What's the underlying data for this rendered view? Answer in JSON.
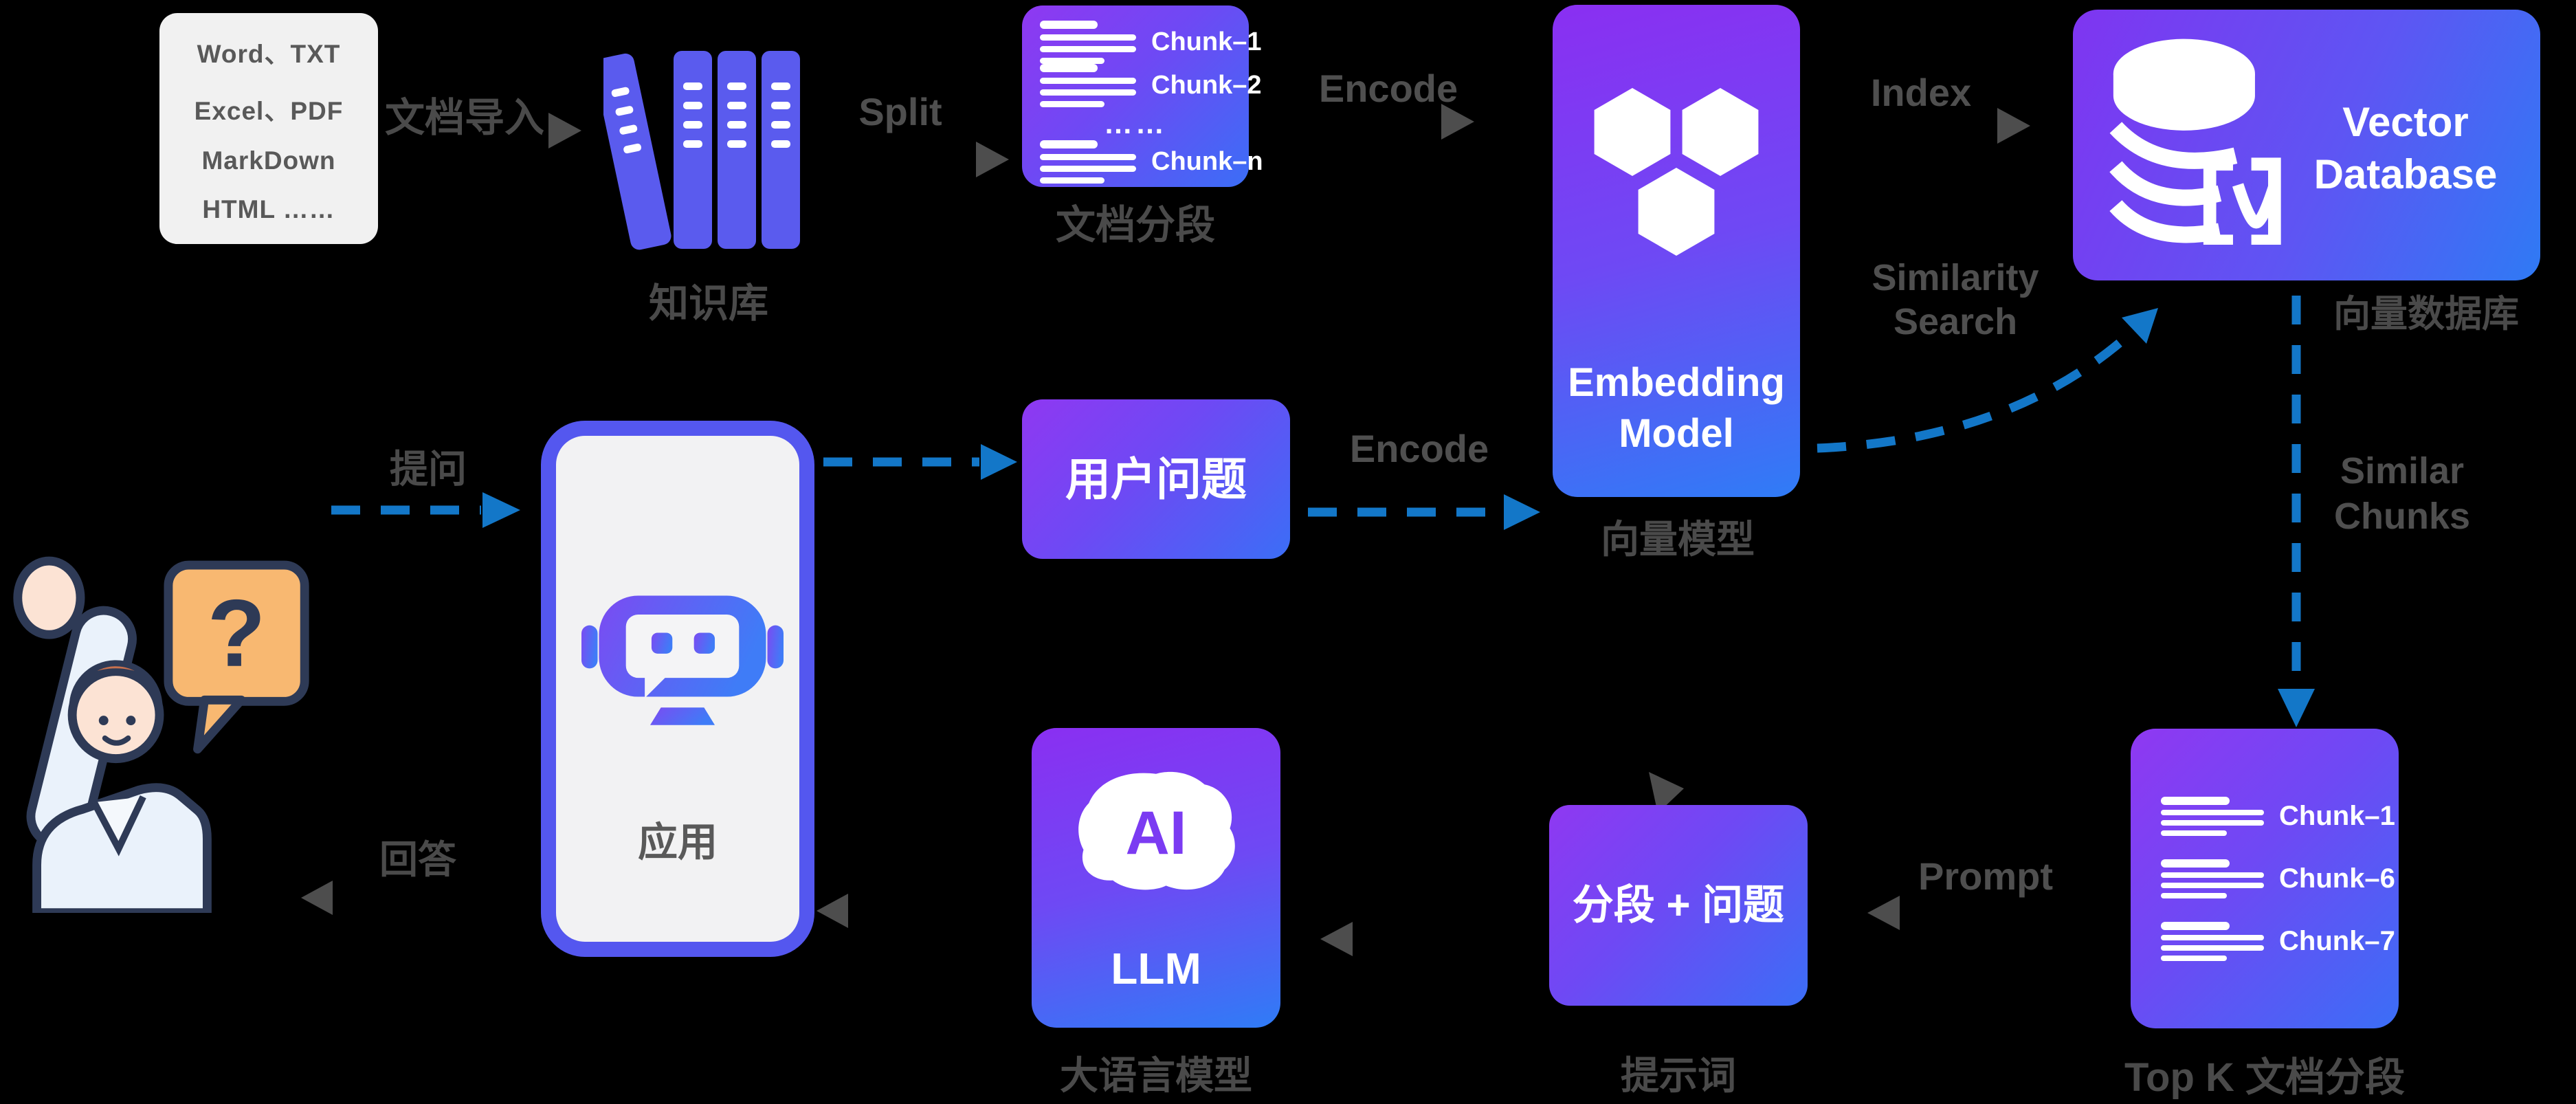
{
  "colors": {
    "background": "#000000",
    "gradient_purple": "#8F38F2",
    "gradient_blue": "#3B6EF6",
    "indigo_icon": "#5A5BEE",
    "arrow_blue": "#1377C8",
    "arrow_gray": "#4D4D4D",
    "label_gray": "#4A4A4A",
    "panel_gray": "#F1F1F1",
    "bubble_orange": "#F8B871",
    "outline_navy": "#2E3A56"
  },
  "doc_sources": {
    "line1": "Word、TXT",
    "line2": "Excel、PDF",
    "line3": "MarkDown",
    "line4": "HTML ……"
  },
  "edges": {
    "doc_import": "文档导入",
    "split": "Split",
    "encode_top": "Encode",
    "index": "Index",
    "similarity_line1": "Similarity",
    "similarity_line2": "Search",
    "ask": "提问",
    "encode_query": "Encode",
    "similar_line1": "Similar",
    "similar_line2": "Chunks",
    "prompt": "Prompt",
    "answer": "回答"
  },
  "nodes": {
    "knowledge_base": {
      "label": "知识库"
    },
    "doc_segments": {
      "label": "文档分段",
      "chunk1": "Chunk–1",
      "chunk2": "Chunk–2",
      "dots": "……",
      "chunkn": "Chunk–n"
    },
    "embedding": {
      "title1": "Embedding",
      "title2": "Model",
      "label": "向量模型"
    },
    "vector_db": {
      "title1": "Vector",
      "title2": "Database",
      "label": "向量数据库"
    },
    "user_question": {
      "title": "用户问题"
    },
    "app": {
      "title": "应用"
    },
    "llm": {
      "ai": "AI",
      "title": "LLM",
      "label": "大语言模型"
    },
    "prompt_box": {
      "title": "分段 + 问题",
      "label": "提示词"
    },
    "top_k": {
      "label": "Top K 文档分段",
      "chunk1": "Chunk–1",
      "chunk2": "Chunk–6",
      "chunk3": "Chunk–7"
    },
    "user": {
      "bubble": "?"
    }
  }
}
